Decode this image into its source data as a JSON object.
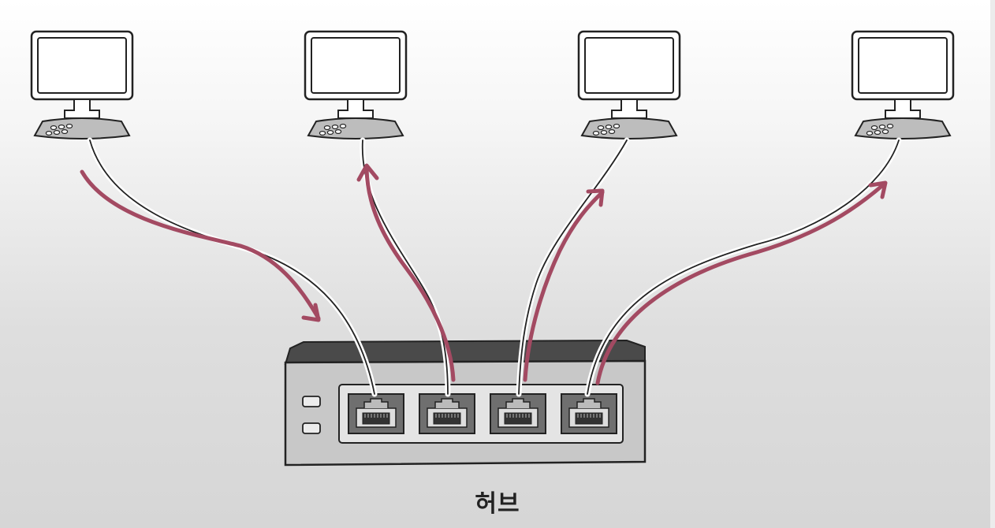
{
  "diagram": {
    "caption": "허브",
    "computer_count": 4,
    "port_count": 4,
    "status_light_count": 2,
    "flow": {
      "incoming_from_computer": 1,
      "outgoing_to_computers": [
        2,
        3,
        4
      ]
    },
    "colors": {
      "line": "#222222",
      "device_fill": "#bdbdbd",
      "screen_fill": "#ffffff",
      "flow_arrow": "#a34a62",
      "hub_body": "#c8c8c8",
      "hub_top": "#4a4a4a",
      "port_fill": "#6f6f6f"
    }
  }
}
